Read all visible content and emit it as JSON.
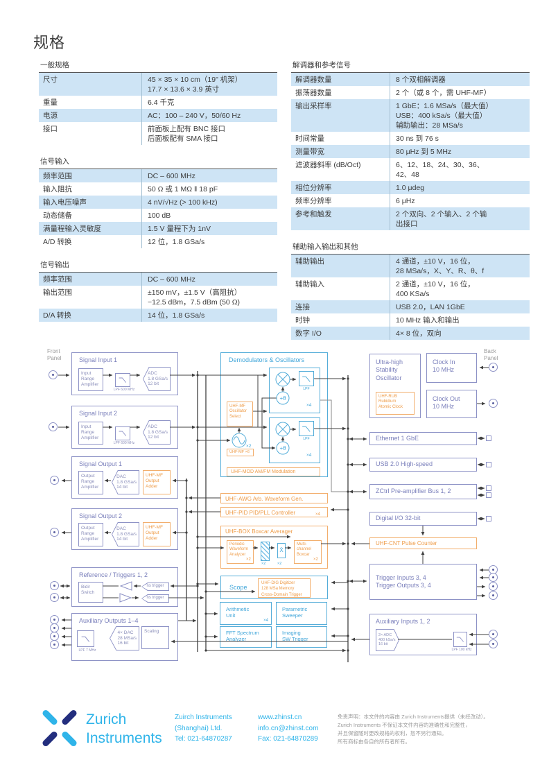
{
  "page": {
    "title": "规格"
  },
  "colors": {
    "accent_purple": "#8d92c6",
    "accent_blue": "#54add9",
    "accent_orange": "#f2ae6c",
    "table_highlight": "#cee4f5",
    "logo_light": "#2fb4e9",
    "logo_dark": "#232e7e"
  },
  "tables": {
    "left": [
      {
        "title": "一般规格",
        "rows": [
          {
            "label": "尺寸",
            "value": "45 × 35 × 10 cm（19\" 机架）\n17.7 × 13.6 × 3.9 英寸"
          },
          {
            "label": "重量",
            "value": "6.4 千克"
          },
          {
            "label": "电源",
            "value": "AC：100 – 240 V，50/60 Hz"
          },
          {
            "label": "接口",
            "value": "前面板上配有 BNC 接口\n后面板配有 SMA 接口"
          }
        ]
      },
      {
        "title": "信号输入",
        "rows": [
          {
            "label": "频率范围",
            "value": "DC – 600 MHz"
          },
          {
            "label": "输入阻抗",
            "value": "50 Ω 或 1 MΩ ‖ 18 pF"
          },
          {
            "label": "输入电压噪声",
            "value": "4 nV/√Hz (> 100 kHz)"
          },
          {
            "label": "动态储备",
            "value": "100 dB"
          },
          {
            "label": "满量程输入灵敏度",
            "value": "1.5 V 量程下为 1nV"
          },
          {
            "label": "A/D 转换",
            "value": "12 位，1.8 GSa/s"
          }
        ]
      },
      {
        "title": "信号输出",
        "rows": [
          {
            "label": "频率范围",
            "value": "DC – 600 MHz"
          },
          {
            "label": "输出范围",
            "value": "±150 mV，±1.5 V（高阻抗）\n−12.5 dBm，7.5 dBm (50 Ω)"
          },
          {
            "label": "D/A 转换",
            "value": "14 位，1.8 GSa/s"
          }
        ]
      }
    ],
    "right": [
      {
        "title": "解调器和参考信号",
        "rows": [
          {
            "label": "解调器数量",
            "value": "8 个双相解调器"
          },
          {
            "label": "振荡器数量",
            "value": "2 个（或 8 个，需 UHF-MF）"
          },
          {
            "label": "输出采样率",
            "value": "1 GbE：1.6 MSa/s（最大值）\nUSB：400 kSa/s（最大值）\n辅助输出：28 MSa/s"
          },
          {
            "label": "时间常量",
            "value": "30 ns 到 76 s"
          },
          {
            "label": "测量带宽",
            "value": "80 μHz 到 5 MHz"
          },
          {
            "label": "滤波器斜率 (dB/Oct)",
            "value": "6、12、18、24、30、36、\n42、48"
          },
          {
            "label": "相位分辨率",
            "value": "1.0 μdeg"
          },
          {
            "label": "频率分辨率",
            "value": "6 μHz"
          },
          {
            "label": "参考和触发",
            "value": "2 个双向、2 个输入、2 个输\n出接口"
          }
        ]
      },
      {
        "title": "辅助输入输出和其他",
        "rows": [
          {
            "label": "辅助输出",
            "value": "4 通道，±10 V，16 位，\n28 MSa/s，X、Y、R、θ、f"
          },
          {
            "label": "辅助输入",
            "value": "2 通道，±10 V，16 位，\n400 KSa/s"
          },
          {
            "label": "连接",
            "value": "USB 2.0，LAN 1GbE"
          },
          {
            "label": "时钟",
            "value": "10 MHz 输入和输出"
          },
          {
            "label": "数字 I/O",
            "value": "4× 8 位，双向"
          }
        ]
      }
    ]
  },
  "diagram": {
    "front_panel": "Front\nPanel",
    "back_panel": "Back\nPanel",
    "si1_title": "Signal Input 1",
    "si2_title": "Signal Input 2",
    "input_amp": "Input\nRange\nAmplifier",
    "adc": "ADC\n1.8 GSa/s\n12 bit",
    "lpf600": "LPF 600 MHz",
    "so1_title": "Signal Output 1",
    "so2_title": "Signal Output 2",
    "output_amp": "Output\nRange\nAmplifier",
    "dac": "DAC\n1.8 GSa/s\n14 bit",
    "adder": "UHF-MF\nOutput\nAdder",
    "rt_title": "Reference / Triggers 1, 2",
    "bidir": "Bidir\nSwitch",
    "ns_trigger": "ns trigger",
    "aux_out_title": "Auxiliary Outputs 1–4",
    "lpf7": "LPF 7 MHz",
    "dac4": "4× DAC\n28 MSa/s\n16 bit",
    "scaling": "Scaling",
    "demod_title": "Demodulators & Oscillators",
    "lpf_lbl": "LPF",
    "x4": "×4",
    "x2": "×2",
    "plus_theta": "+θ",
    "osc_select": "UHF-MF\nOscillator\nSelect",
    "uhf_mf_x6": "UHF-MF ×6",
    "uhf_mod": "UHF-MOD AM/FM Modulation",
    "awg": "UHF-AWG Arb. Waveform Gen.",
    "pid": "UHF-PID PID/PLL Controller",
    "boxcar_title": "UHF-BOX Boxcar Averager",
    "pwa": "Periodic\nWaveform\nAnalyzer",
    "xbar": "X̄",
    "mcb": "Multi-\nchannel\nBoxcar",
    "scope": "Scope",
    "dig": "UHF-DIG Digitizer\n128 MSa Memory\nCross-Domain Trigger",
    "arith": "Arithmetic\nUnit",
    "sweeper": "Parametric\nSweeper",
    "fft": "FFT Spectrum\nAnalyzer",
    "imaging": "Imaging\nSW Trigger",
    "uhso": "Ultra-high\nStability\nOscillator",
    "rub": "UHF-RUB\nRubidium\nAtomic Clock",
    "clock_in": "Clock In\n10 MHz",
    "clock_out": "Clock Out\n10 MHz",
    "ethernet": "Ethernet 1 GbE",
    "usb": "USB 2.0 High-speed",
    "zctrl": "ZCtrl Pre-amplifier Bus 1, 2",
    "dio": "Digital I/O 32-bit",
    "cnt": "UHF-CNT Pulse Counter",
    "trigger_io": "Trigger Inputs 3, 4\nTrigger Outputs 3, 4",
    "aux_in_title": "Auxiliary Inputs 1, 2",
    "adc2": "2× ADC\n400 kSa/s\n16 bit",
    "lpf100": "LPF 100 kHz"
  },
  "footer": {
    "logo_text": "Zurich\nInstruments",
    "address": "Zuirch Instruments\n(Shanghai) Ltd.\nTel: 021-64870287",
    "web": "www.zhinst.cn\ninfo.cn@zhinst.com\nFax: 021-64870289",
    "disclaimer": "免责声明：本文件的内容由 Zurich Instruments提供（未经改动）。\nZurich Instruments 不保证本文件内容的准确性和完整性，\n并且保留随时更改规格的权利，恕不另行通知。\n所有商标由各自的所有者所有。"
  }
}
